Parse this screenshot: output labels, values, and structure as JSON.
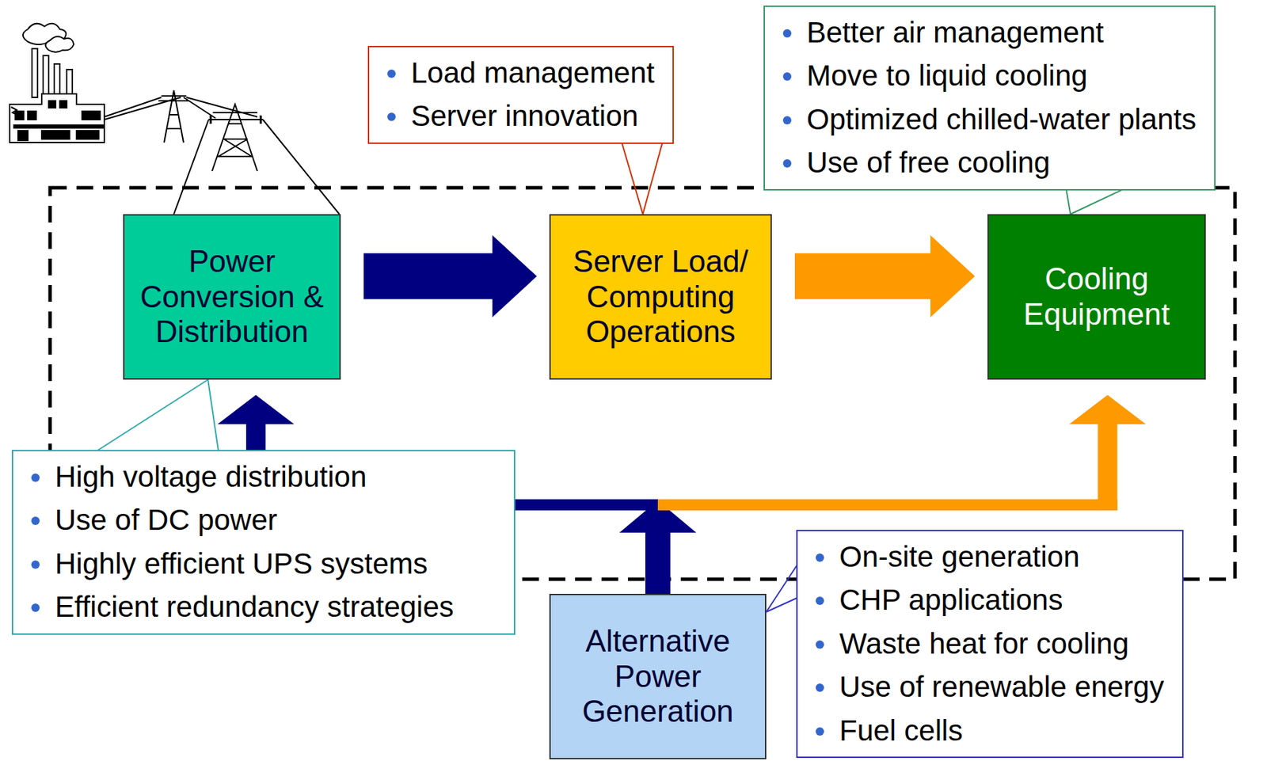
{
  "diagram": {
    "nodes": [
      {
        "text": [
          "Load management",
          "Server innovation"
        ]
      },
      {
        "text": [
          "Better air management",
          "Move to liquid cooling",
          "Optimized chilled-water plants",
          "Use of free cooling"
        ]
      },
      {
        "text": [
          "Power Conversion & Distribution"
        ]
      },
      {
        "text": [
          "Server Load/ Computing Operations"
        ]
      },
      {
        "text": [
          "Cooling Equipment"
        ]
      },
      {
        "text": [
          "High voltage distribution",
          "Use of DC power",
          "Highly efficient UPS systems",
          "Efficient redundancy strategies"
        ]
      },
      {
        "text": [
          "Alternative Power Generation"
        ]
      },
      {
        "text": [
          "On-site generation",
          "CHP applications",
          "Waste heat for cooling",
          "Use of renewable energy",
          "Fuel cells"
        ]
      }
    ],
    "edges": [
      {
        "from": 2,
        "to": 3,
        "arrow": "to"
      },
      {
        "from": 3,
        "to": 4,
        "arrow": "to"
      },
      {
        "from": 6,
        "to": 2,
        "arrow": "to"
      },
      {
        "from": 6,
        "to": 4,
        "arrow": "to"
      },
      {
        "from": 0,
        "to": 3,
        "arrow": "none"
      },
      {
        "from": 1,
        "to": 4,
        "arrow": "none"
      },
      {
        "from": 5,
        "to": 2,
        "arrow": "none"
      },
      {
        "from": 7,
        "to": 6,
        "arrow": "none"
      }
    ]
  }
}
